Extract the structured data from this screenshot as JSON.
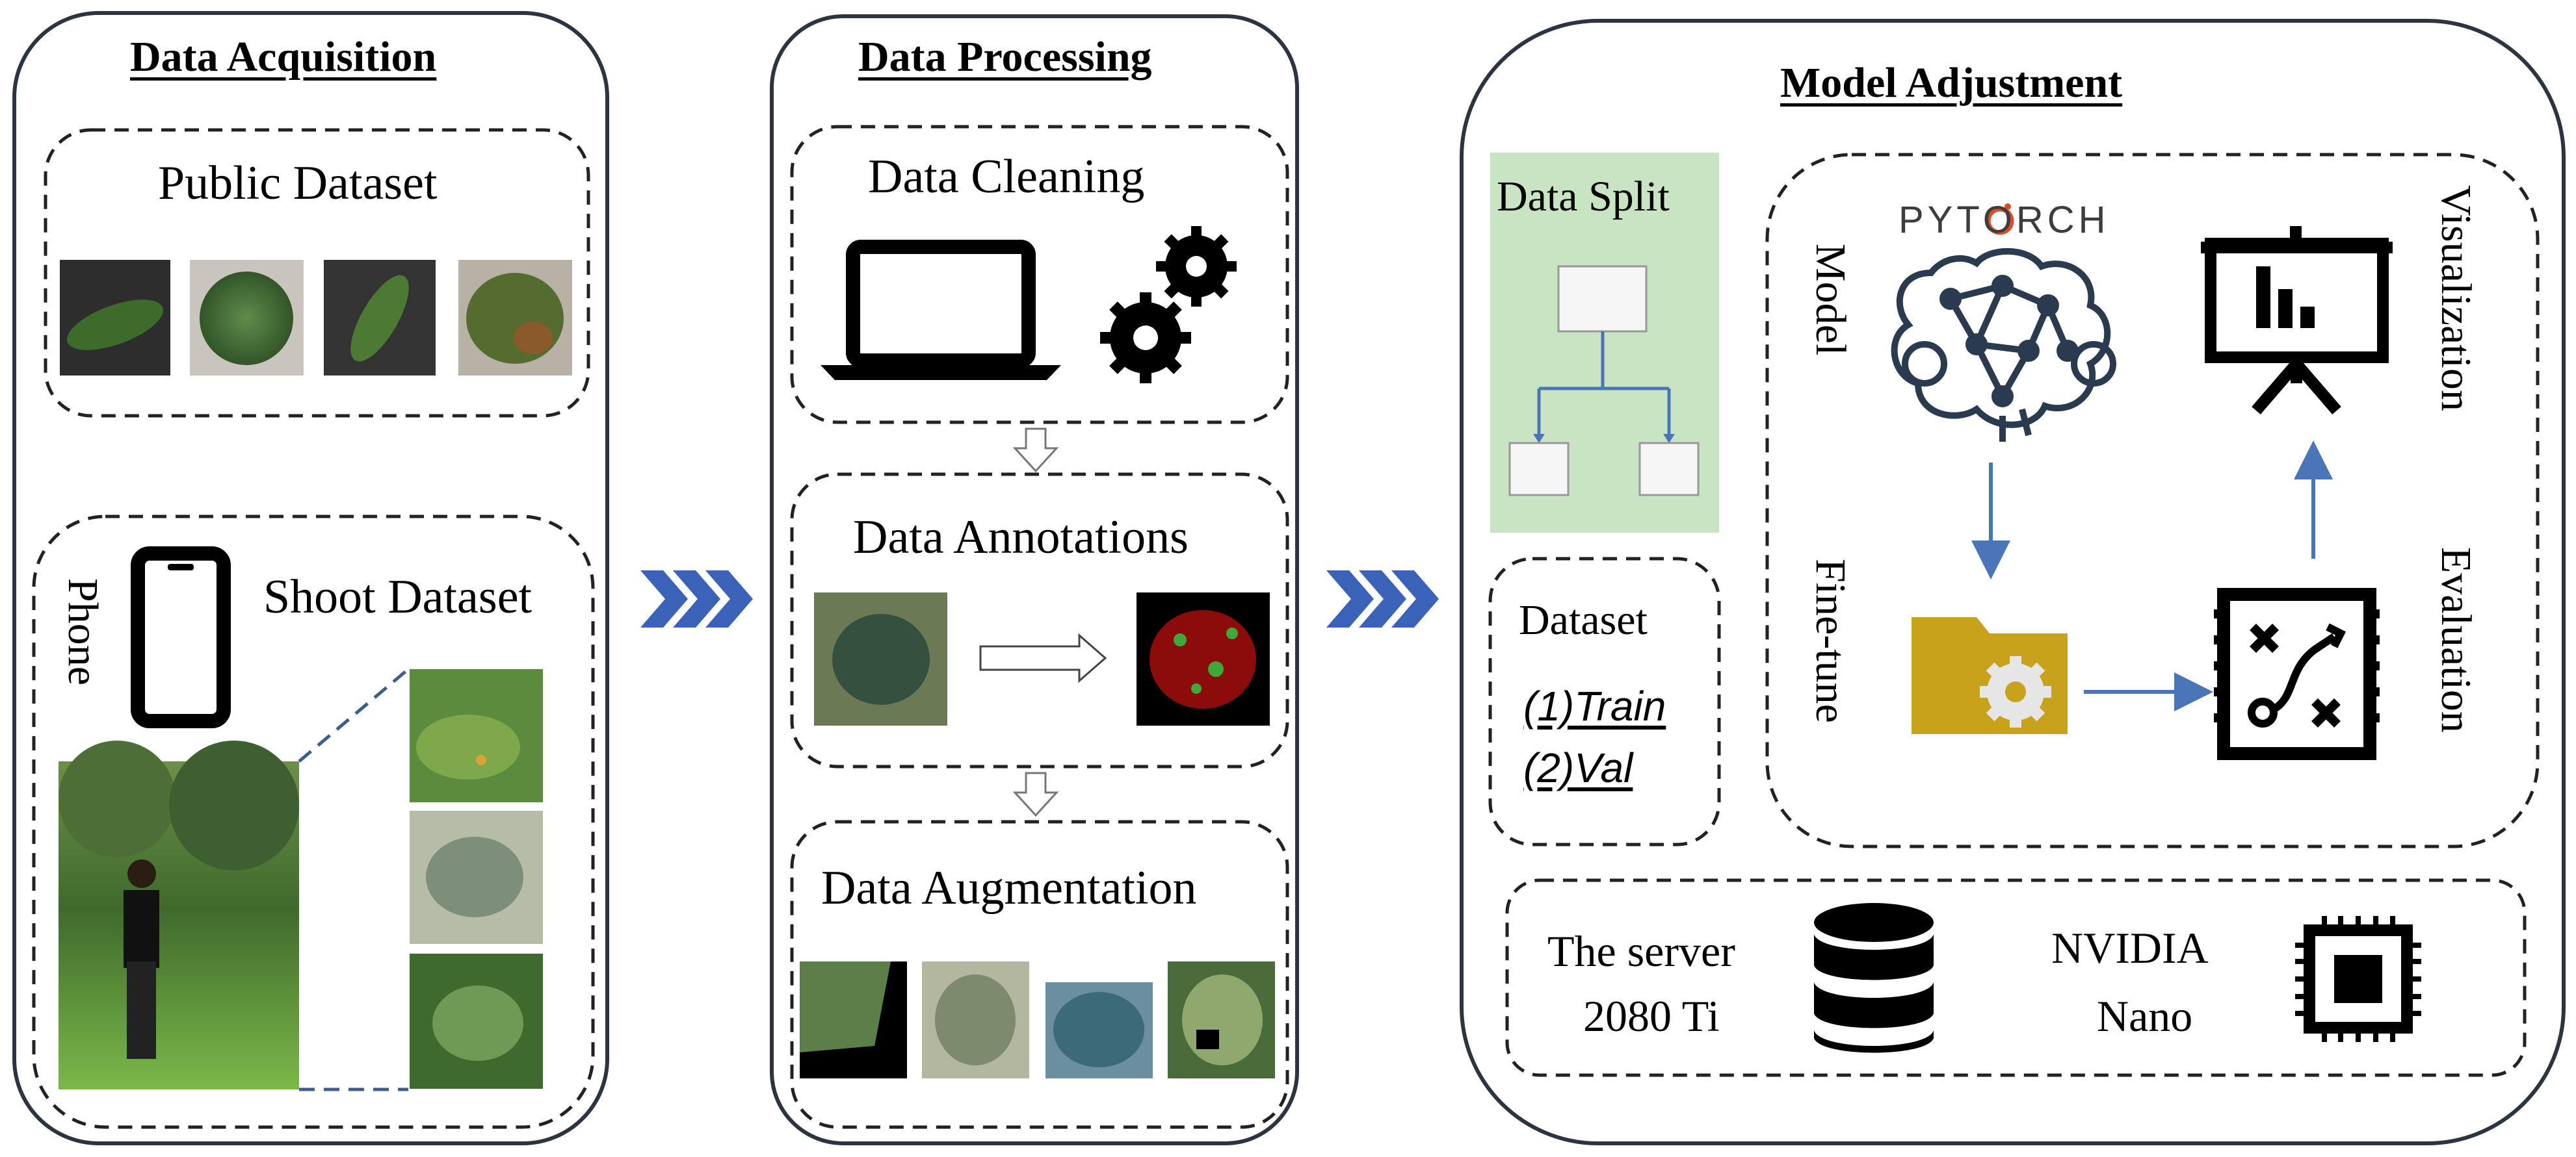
{
  "acquisition": {
    "title": "Data Acquisition",
    "public_dataset": "Public Dataset",
    "phone_label": "Phone",
    "shoot_dataset": "Shoot Dataset"
  },
  "processing": {
    "title": "Data Processing",
    "cleaning": "Data Cleaning",
    "annotations": "Data Annotations",
    "augmentation": "Data Augmentation"
  },
  "model": {
    "title": "Model Adjustment",
    "data_split": "Data Split",
    "dataset_label": "Dataset",
    "train": "(1)Train",
    "val": "(2)Val",
    "pytorch": "PYTORCH",
    "model_label": "Model",
    "fine_tune_label": "Fine-tune",
    "visualization_label": "Visualization",
    "evaluation_label": "Evaluation",
    "server_line1": "The server",
    "server_line2": "2080 Ti",
    "nvidia_line1": "NVIDIA",
    "nvidia_line2": "Nano"
  },
  "colors": {
    "chevron": "#3a63b8",
    "arrow": "#4a76b8",
    "data_split_bg": "#c9e4c2",
    "folder": "#c7a21a",
    "panel_border": "#2b3440",
    "leaf_dark": "#2f5a28",
    "mask_red": "#8c0c0c"
  },
  "icons": [
    "phone-icon",
    "laptop-icon",
    "gears-icon",
    "tree-diagram-icon",
    "neural-brain-icon",
    "presentation-chart-icon",
    "folder-gear-icon",
    "strategy-board-icon",
    "database-icon",
    "chip-icon"
  ]
}
